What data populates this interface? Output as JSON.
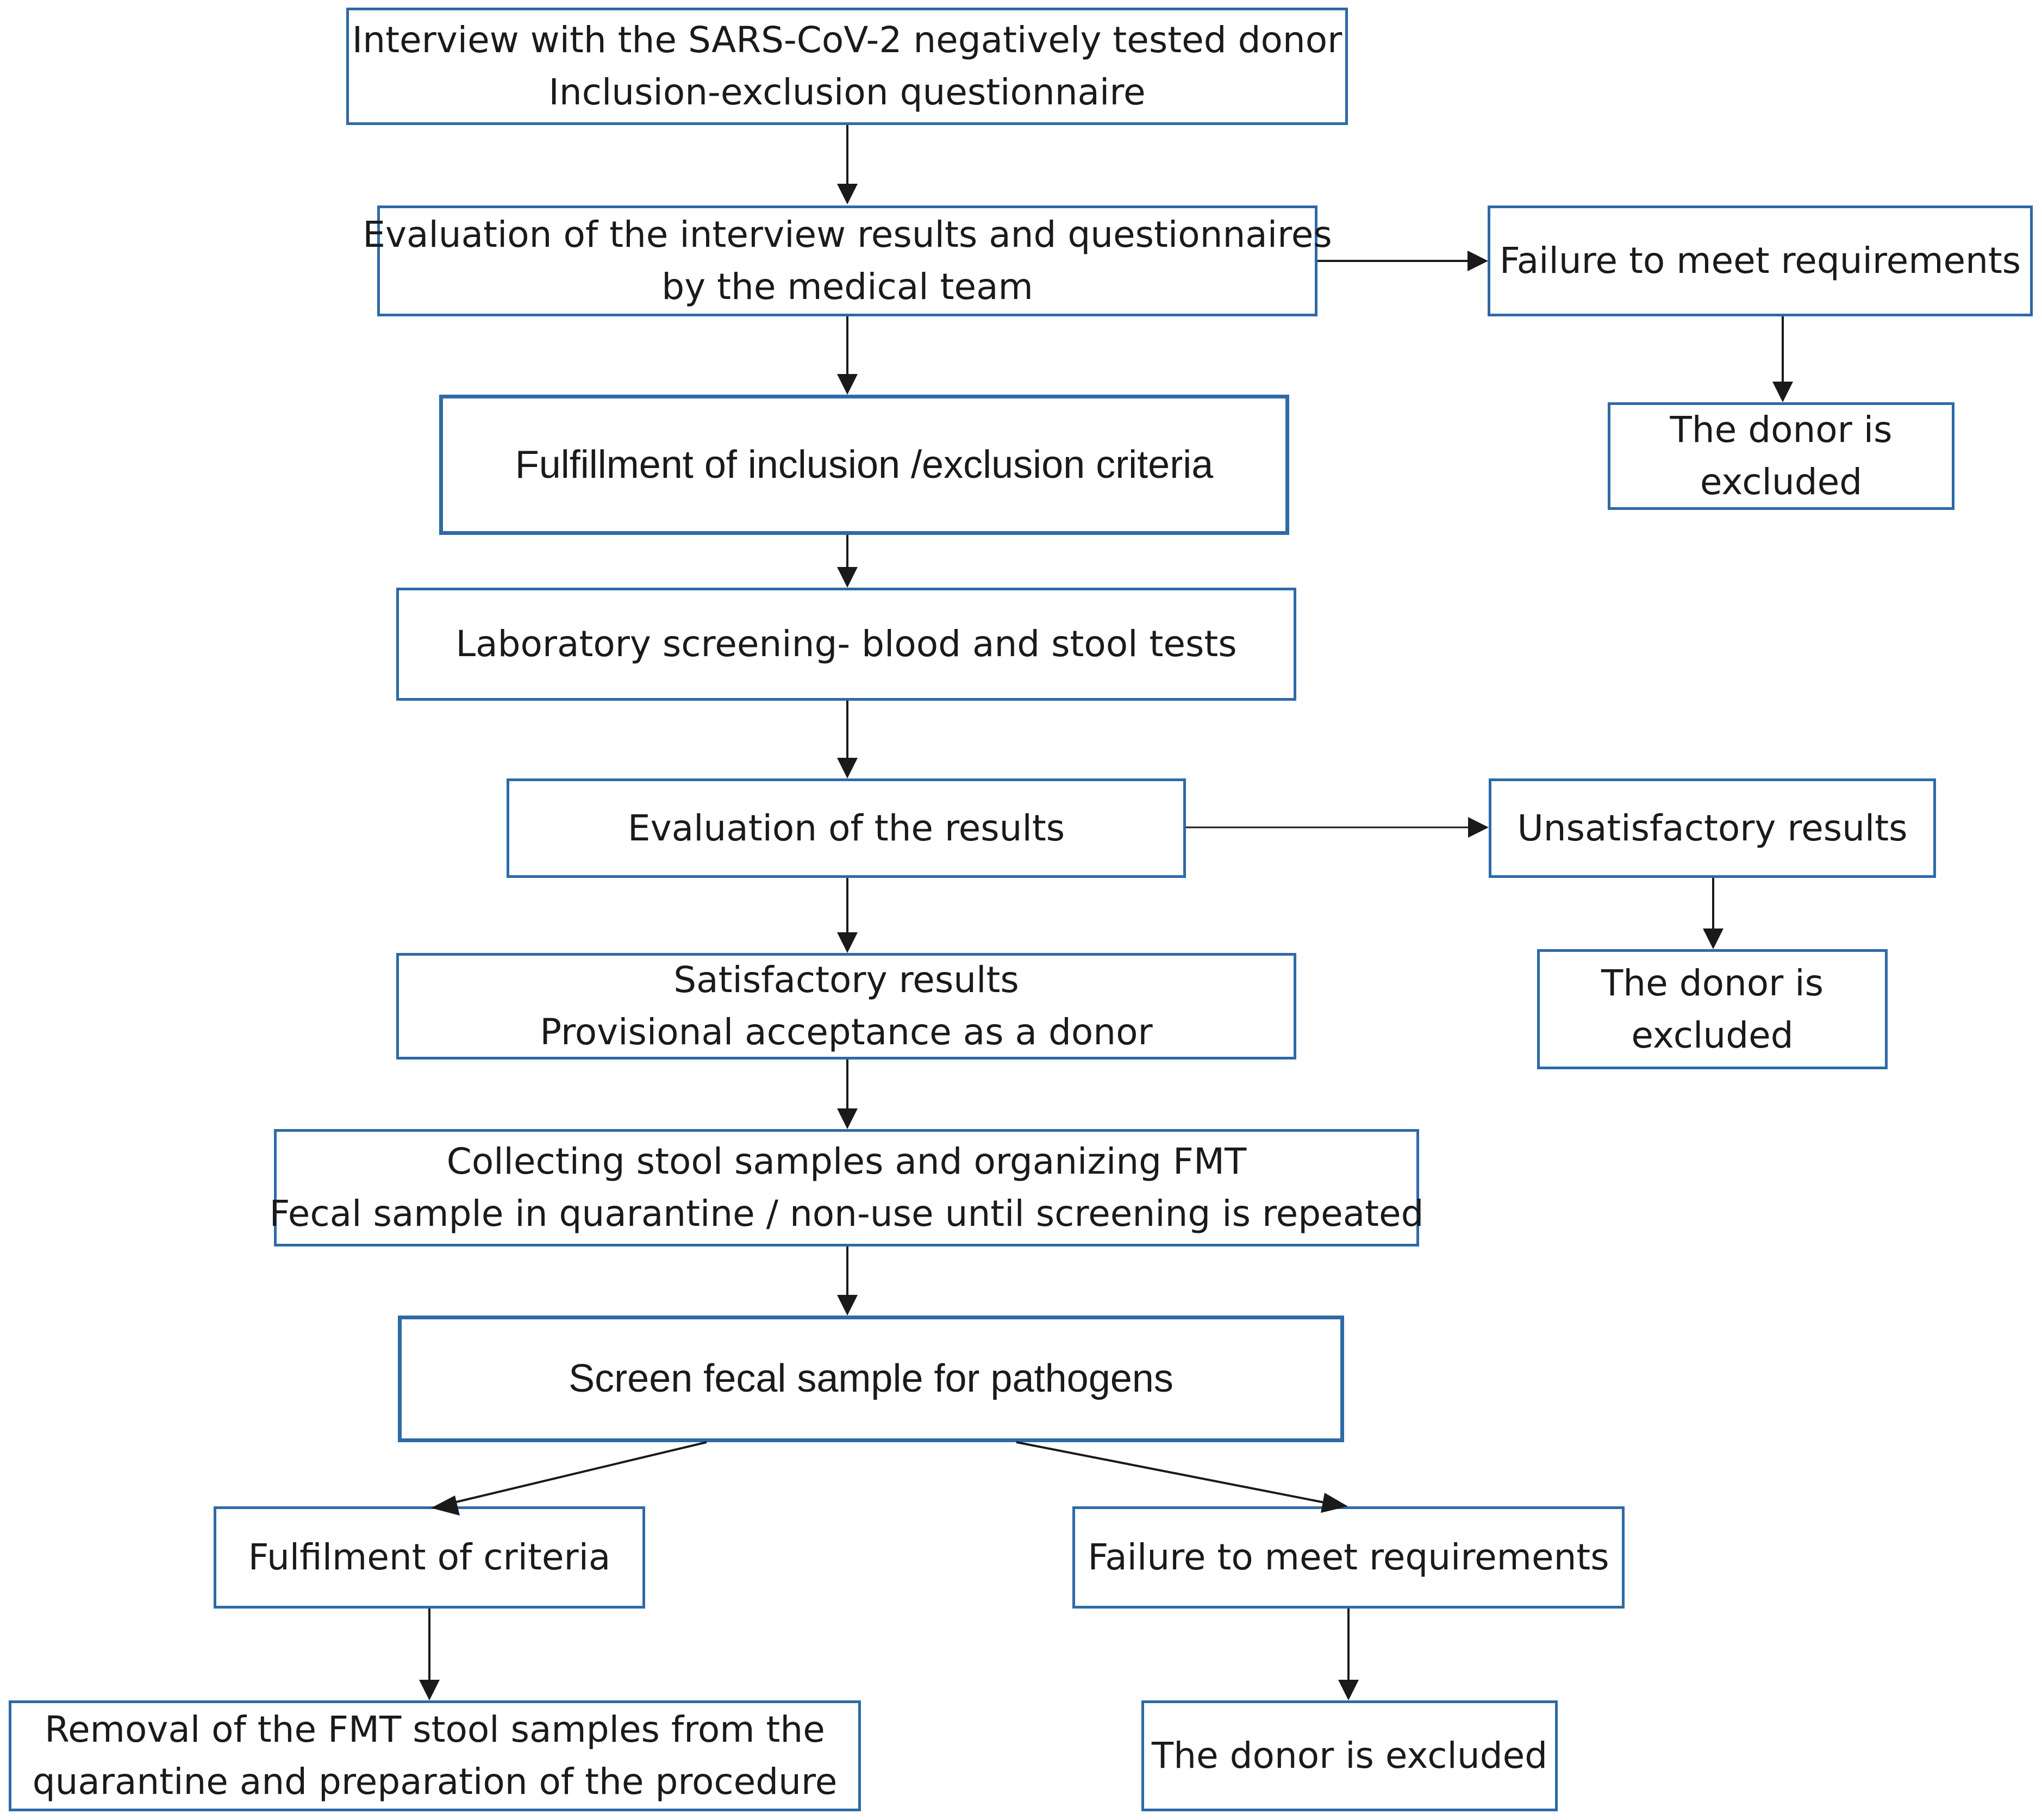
{
  "nodes": {
    "interview": {
      "line1": "Interview with the SARS-CoV-2 negatively tested donor",
      "line2": "Inclusion-exclusion questionnaire"
    },
    "evaluation_interview": {
      "line1": "Evaluation of the interview results and questionnaires",
      "line2": "by the medical team"
    },
    "failure_1": {
      "line1": "Failure to meet requirements"
    },
    "excluded_1": {
      "line1": "The donor is",
      "line2": "excluded"
    },
    "fulfillment_inclusion": {
      "line1": "Fulfillment of inclusion /exclusion criteria"
    },
    "lab_screening": {
      "line1": "Laboratory screening- blood and stool tests"
    },
    "evaluation_results": {
      "line1": "Evaluation of the results"
    },
    "unsatisfactory": {
      "line1": "Unsatisfactory results"
    },
    "excluded_2": {
      "line1": "The donor is",
      "line2": "excluded"
    },
    "satisfactory": {
      "line1": "Satisfactory results",
      "line2": "Provisional acceptance as a donor"
    },
    "collecting": {
      "line1": "Collecting stool samples and organizing FMT",
      "line2": "Fecal sample in quarantine / non-use until screening is repeated"
    },
    "screen_fecal": {
      "line1": "Screen fecal sample for pathogens"
    },
    "fulfilment_criteria": {
      "line1": "Fulfilment of criteria"
    },
    "failure_2": {
      "line1": "Failure to meet requirements"
    },
    "removal": {
      "line1": "Removal of the FMT stool samples from the",
      "line2": "quarantine and preparation of the procedure"
    },
    "excluded_3": {
      "line1": "The donor is excluded"
    }
  },
  "colors": {
    "box_border": "#2e6aa6",
    "arrow": "#1a1a1a",
    "text": "#1a1a1a"
  }
}
